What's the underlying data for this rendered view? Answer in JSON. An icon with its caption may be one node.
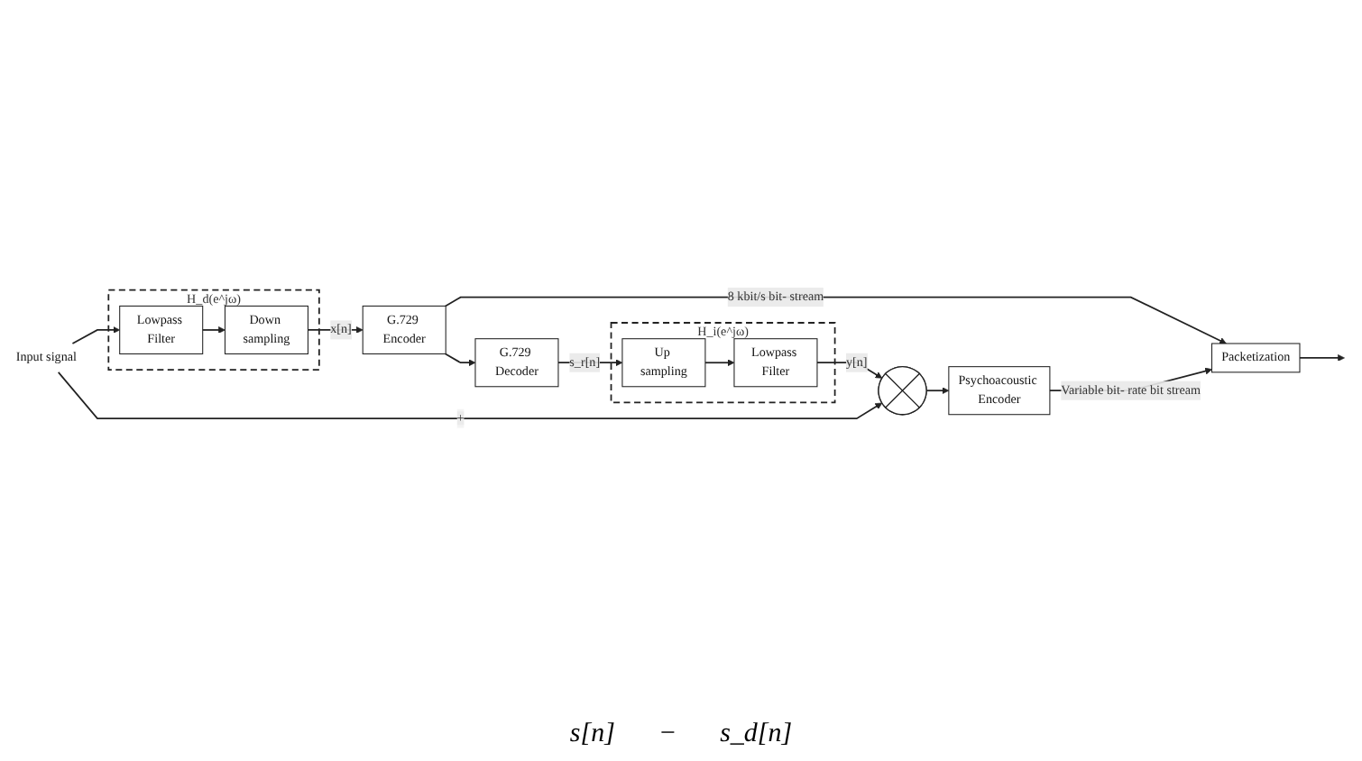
{
  "diagram": {
    "nodes": [
      {
        "text": [
          "Input signal"
        ]
      },
      {
        "text": [
          "H_d(e^jω)"
        ]
      },
      {
        "text": [
          "Lowpass Filter"
        ],
        "in": 1
      },
      {
        "text": [
          "Down sampling"
        ],
        "in": 1
      },
      {
        "text": [
          "G.729 Encoder"
        ]
      },
      {
        "text": [
          "G.729 Decoder"
        ]
      },
      {
        "text": [
          "H_i(e^jω)"
        ]
      },
      {
        "text": [
          "Up sampling"
        ],
        "in": 6
      },
      {
        "text": [
          "Lowpass Filter"
        ],
        "in": 6
      },
      {
        "text": [],
        "shape": "circle"
      },
      {
        "text": [
          "Psychoacoustic Encoder"
        ]
      },
      {
        "text": [
          "Packetization"
        ]
      }
    ],
    "edges": [
      {
        "from": 0,
        "to": 2,
        "arrow": "to"
      },
      {
        "from": 2,
        "to": 3,
        "arrow": "to"
      },
      {
        "from": 3,
        "to": 4,
        "label": "x[n]",
        "arrow": "to"
      },
      {
        "from": 4,
        "to": 11,
        "label": "8 kbit/s bit- stream",
        "arrow": "to"
      },
      {
        "from": 4,
        "to": 5,
        "arrow": "to"
      },
      {
        "from": 5,
        "to": 7,
        "label": "s_r[n]",
        "arrow": "to"
      },
      {
        "from": 7,
        "to": 8,
        "arrow": "to"
      },
      {
        "from": 8,
        "to": 9,
        "label": "y[n]",
        "arrow": "to"
      },
      {
        "from": 0,
        "to": 9,
        "label": "+",
        "arrow": "to"
      },
      {
        "from": 9,
        "to": 10,
        "arrow": "to"
      },
      {
        "from": 10,
        "to": 11,
        "label": "Variable bit- rate bit stream",
        "arrow": "to"
      },
      {
        "from": 11,
        "to": null,
        "arrow": "to"
      }
    ],
    "labels": [
      "s[n]",
      "−",
      "s_d[n]"
    ]
  }
}
